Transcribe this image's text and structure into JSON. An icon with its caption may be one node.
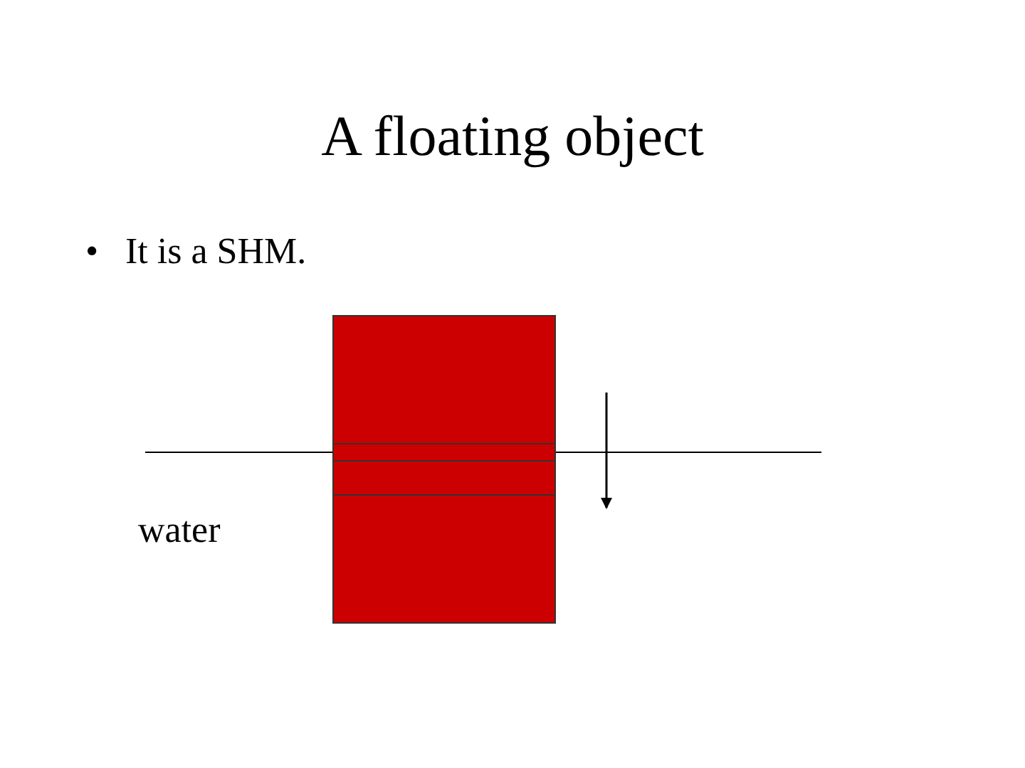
{
  "diagram": {
    "title": "A floating object",
    "labels": [
      "•",
      "It is a SHM.",
      "water"
    ]
  }
}
